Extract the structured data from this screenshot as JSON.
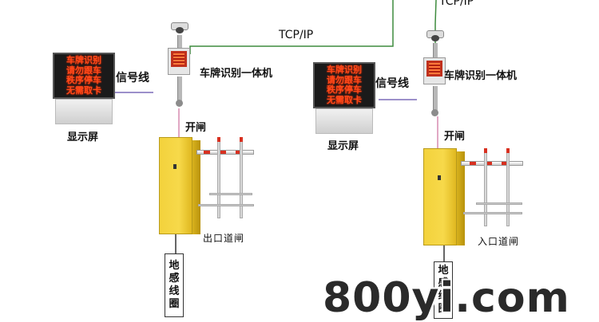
{
  "network_label_left": "TCP/IP",
  "network_label_right": "TCP/IP",
  "left_station": {
    "screen_lines": [
      "车牌识别",
      "请勿跟车",
      "秩序停车",
      "无需取卡"
    ],
    "screen_caption": "显示屏",
    "signal_label": "信号线",
    "lpr_label": "车牌识别一体机",
    "open_label": "开闸",
    "gate_label": "出口道闸",
    "loop_label": [
      "地",
      "感",
      "线",
      "圈"
    ]
  },
  "right_station": {
    "screen_lines": [
      "车牌识别",
      "请勿跟车",
      "秩序停车",
      "无需取卡"
    ],
    "screen_caption": "显示屏",
    "signal_label": "信号线",
    "lpr_label": "车牌识别一体机",
    "open_label": "开闸",
    "gate_label": "入口道闸",
    "loop_label": [
      "地",
      "感",
      "线",
      "圈"
    ]
  },
  "watermark": "800yi.com",
  "colors": {
    "network_line": "#3e8c3e",
    "signal_line": "#7b6bb8",
    "control_line": "#d78ab0",
    "cabinet": "#f3d23c",
    "led_text": "#ff4a1a"
  }
}
